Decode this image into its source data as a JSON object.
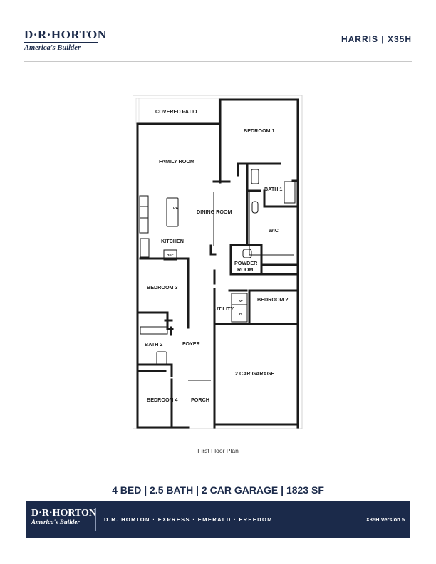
{
  "header": {
    "logo_brand": "D·R·HORTON",
    "logo_tagline": "America's Builder",
    "plan_title": "HARRIS | X35H"
  },
  "floor_plan": {
    "rooms": {
      "covered_patio": "COVERED PATIO",
      "bedroom1": "BEDROOM 1",
      "family_room": "FAMILY ROOM",
      "bath1": "BATH 1",
      "dining_room": "DINING ROOM",
      "wic": "WIC",
      "kitchen": "KITCHEN",
      "ref": "REF",
      "powder_room_1": "POWDER",
      "powder_room_2": "ROOM",
      "bedroom3": "BEDROOM 3",
      "bedroom2": "BEDROOM 2",
      "utility": "UTILITY",
      "bath2": "BATH 2",
      "foyer": "FOYER",
      "garage": "2 CAR GARAGE",
      "bedroom4": "BEDROOM 4",
      "porch": "PORCH",
      "dw": "DW",
      "w": "W",
      "d": "D"
    },
    "caption": "First Floor Plan"
  },
  "specs": "4 BED | 2.5 BATH | 2 CAR GARAGE | 1823 SF",
  "footer": {
    "logo_brand": "D·R·HORTON",
    "logo_tagline": "America's Builder",
    "brands": "D.R. HORTON · EXPRESS · EMERALD · FREEDOM",
    "version": "X35H Version 5"
  },
  "colors": {
    "brand_navy": "#1b2a4a",
    "wall": "#1a1a1a"
  }
}
